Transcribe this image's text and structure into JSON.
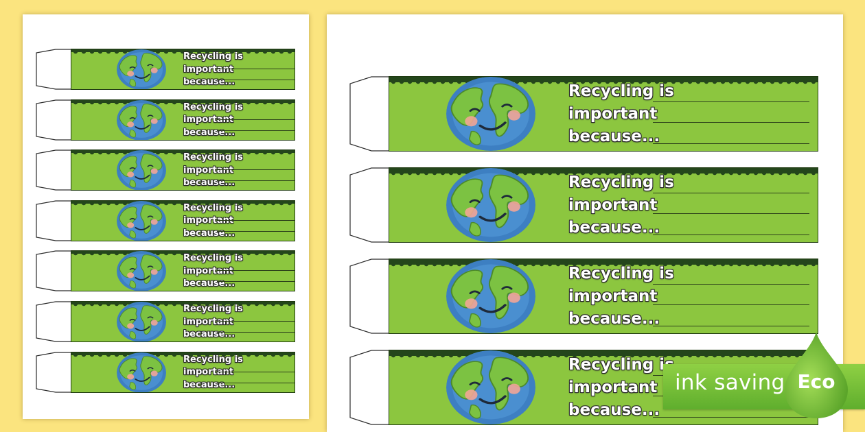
{
  "sheet": {
    "phrase_line1": "Recycling is",
    "phrase_line2": "important",
    "phrase_line3": "because..."
  },
  "bands": {
    "small_count": 7,
    "large_count": 4
  },
  "colors": {
    "background": "#fbe47f",
    "band_green": "#8cc63f",
    "grass_dark": "#24461b",
    "ocean": "#3d7fc2",
    "land": "#7cc242"
  },
  "icons": {
    "globe": "smiling-earth-icon",
    "eco": "eco-drop-icon"
  },
  "badge": {
    "label": "ink saving",
    "drop_text": "Eco"
  }
}
